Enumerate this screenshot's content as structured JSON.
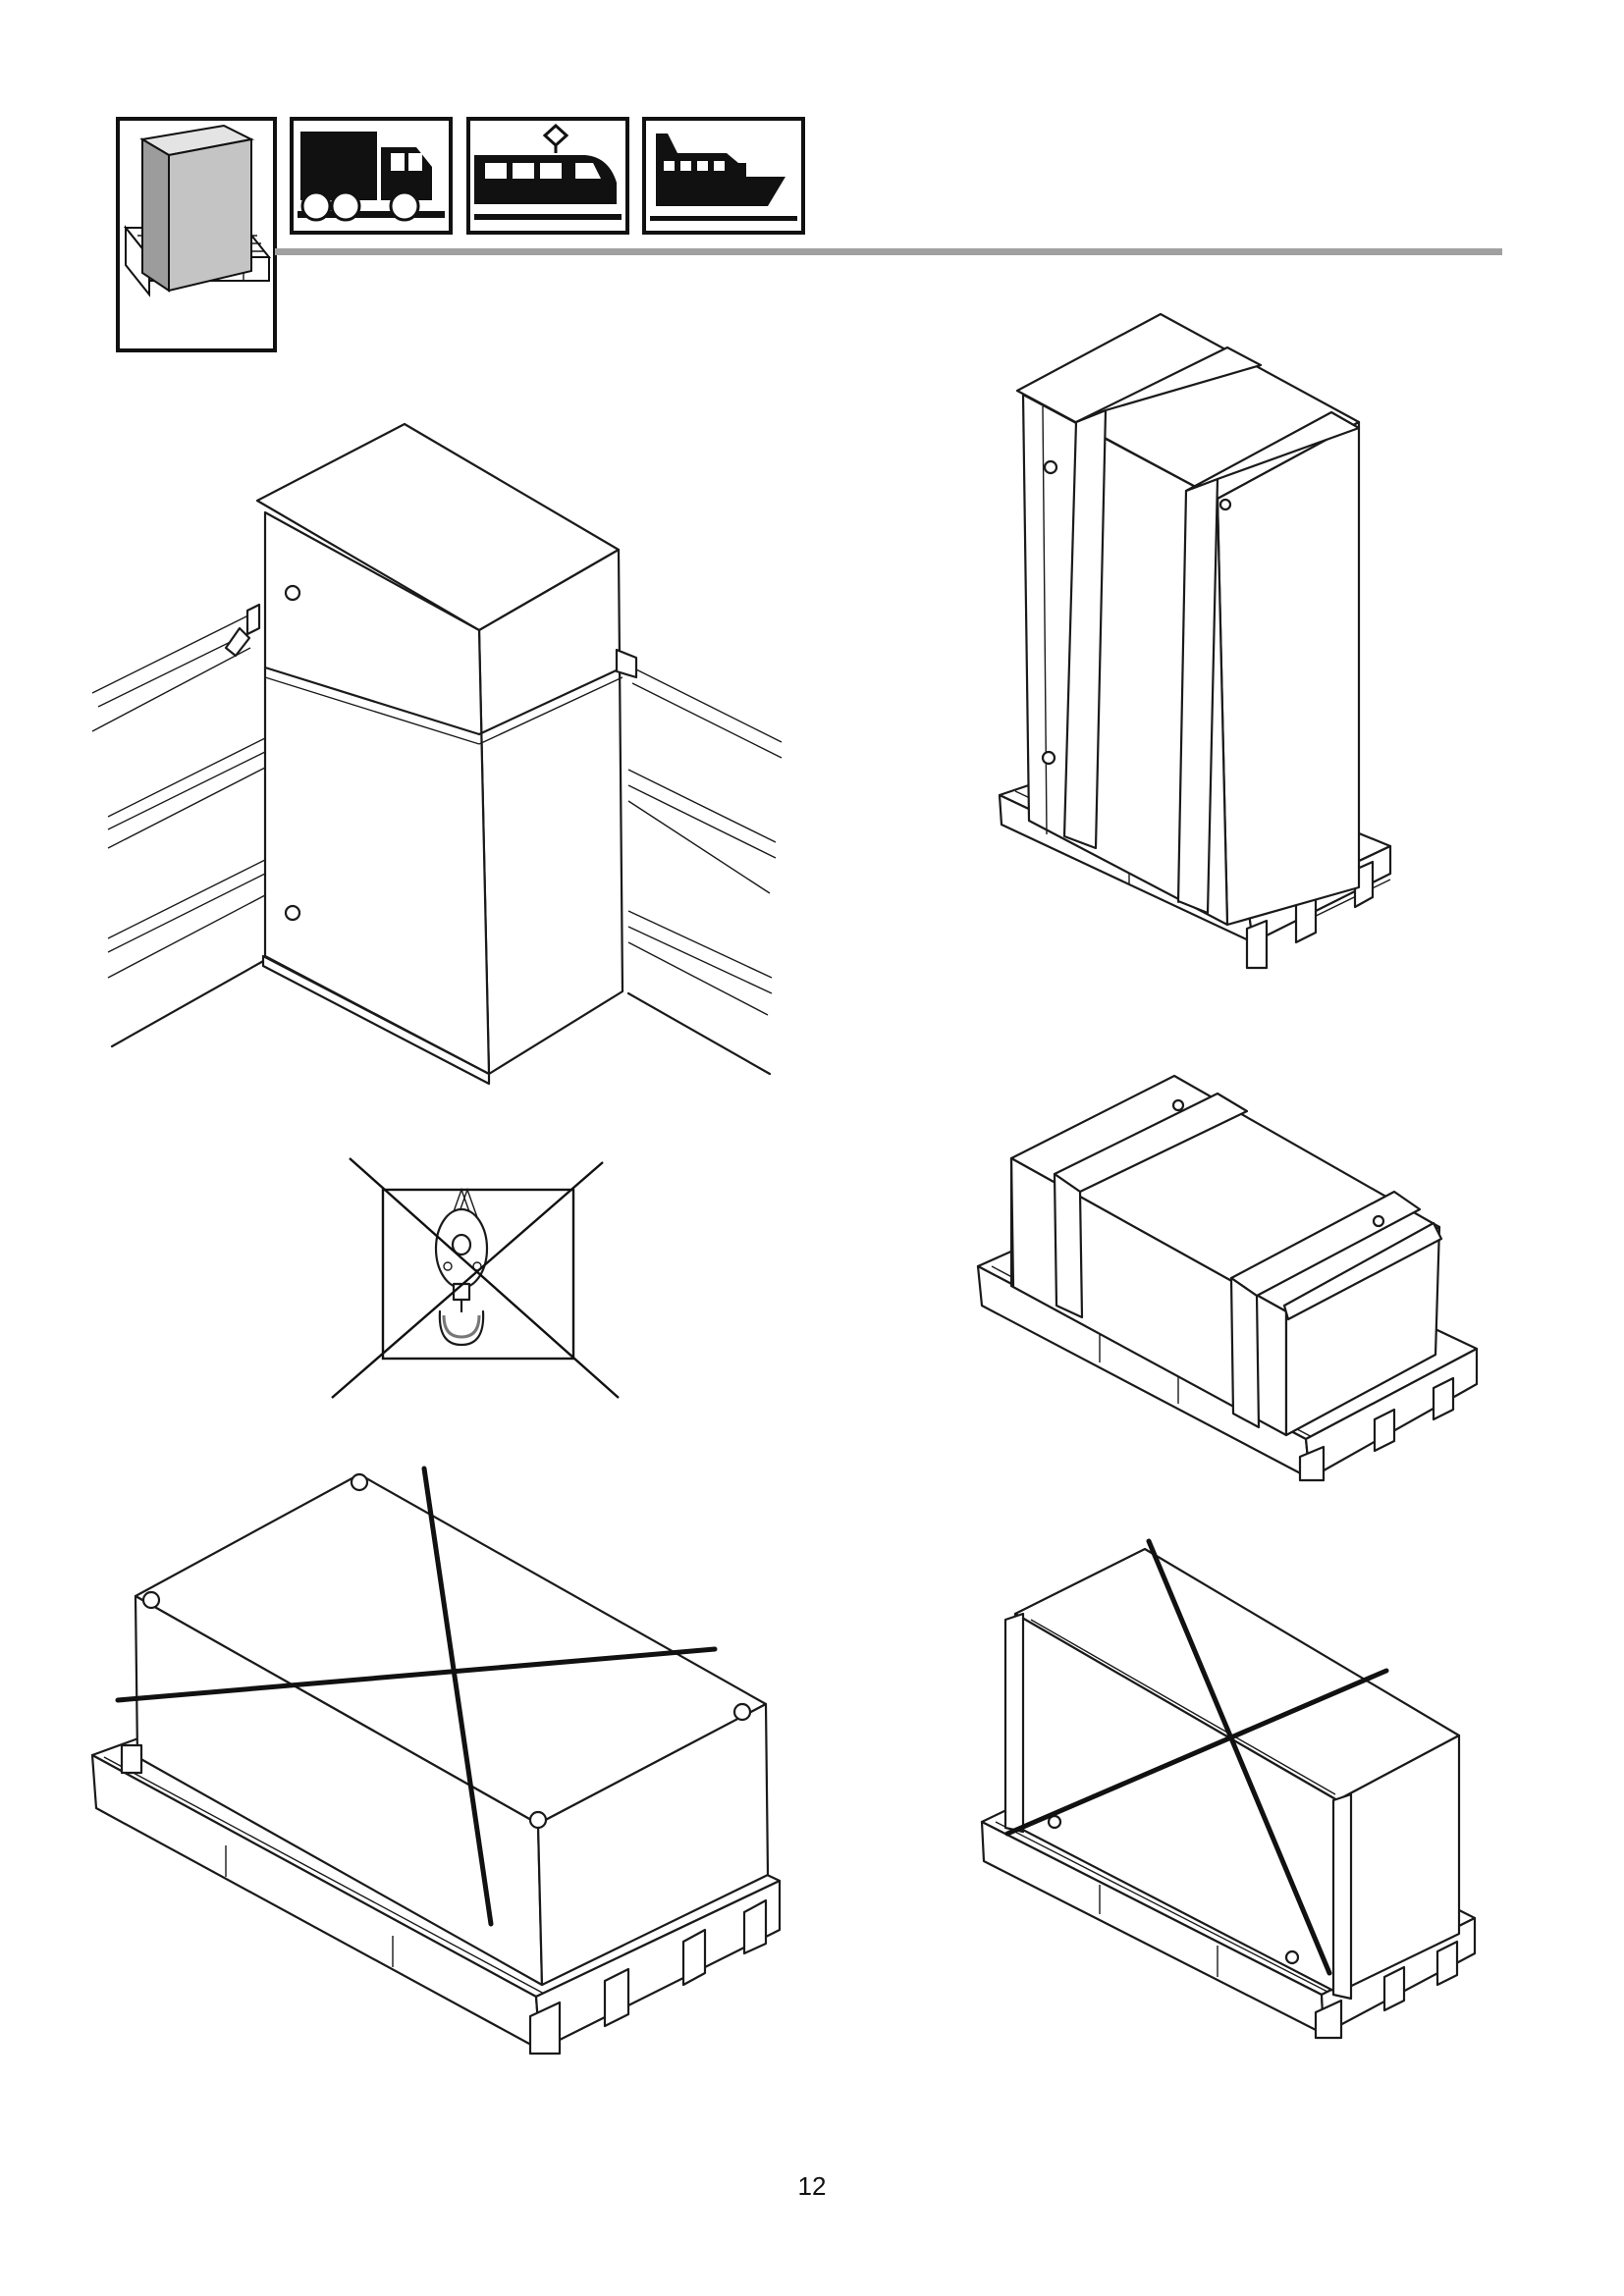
{
  "page": {
    "number": "12"
  },
  "header": {
    "icons": [
      {
        "icon": "pallet-cabinet-icon",
        "selected": true
      },
      {
        "icon": "truck-icon"
      },
      {
        "icon": "train-icon"
      },
      {
        "icon": "ship-icon"
      }
    ],
    "rule_color": "#a0a0a0"
  },
  "figures": [
    {
      "icon": "cabinet-in-truck-bed",
      "status": "allowed"
    },
    {
      "icon": "crane-hook-icon",
      "status": "prohibited"
    },
    {
      "icon": "cabinet-upright-strapped-on-pallet",
      "status": "allowed"
    },
    {
      "icon": "cabinet-lying-strapped-on-pallet",
      "status": "allowed"
    },
    {
      "icon": "cabinet-lying-on-back-on-pallet",
      "status": "prohibited"
    },
    {
      "icon": "cabinet-lying-on-side-on-pallet",
      "status": "prohibited"
    }
  ],
  "colors": {
    "line": "#1a1a1a",
    "icon_gray": "#bdbdbd"
  }
}
